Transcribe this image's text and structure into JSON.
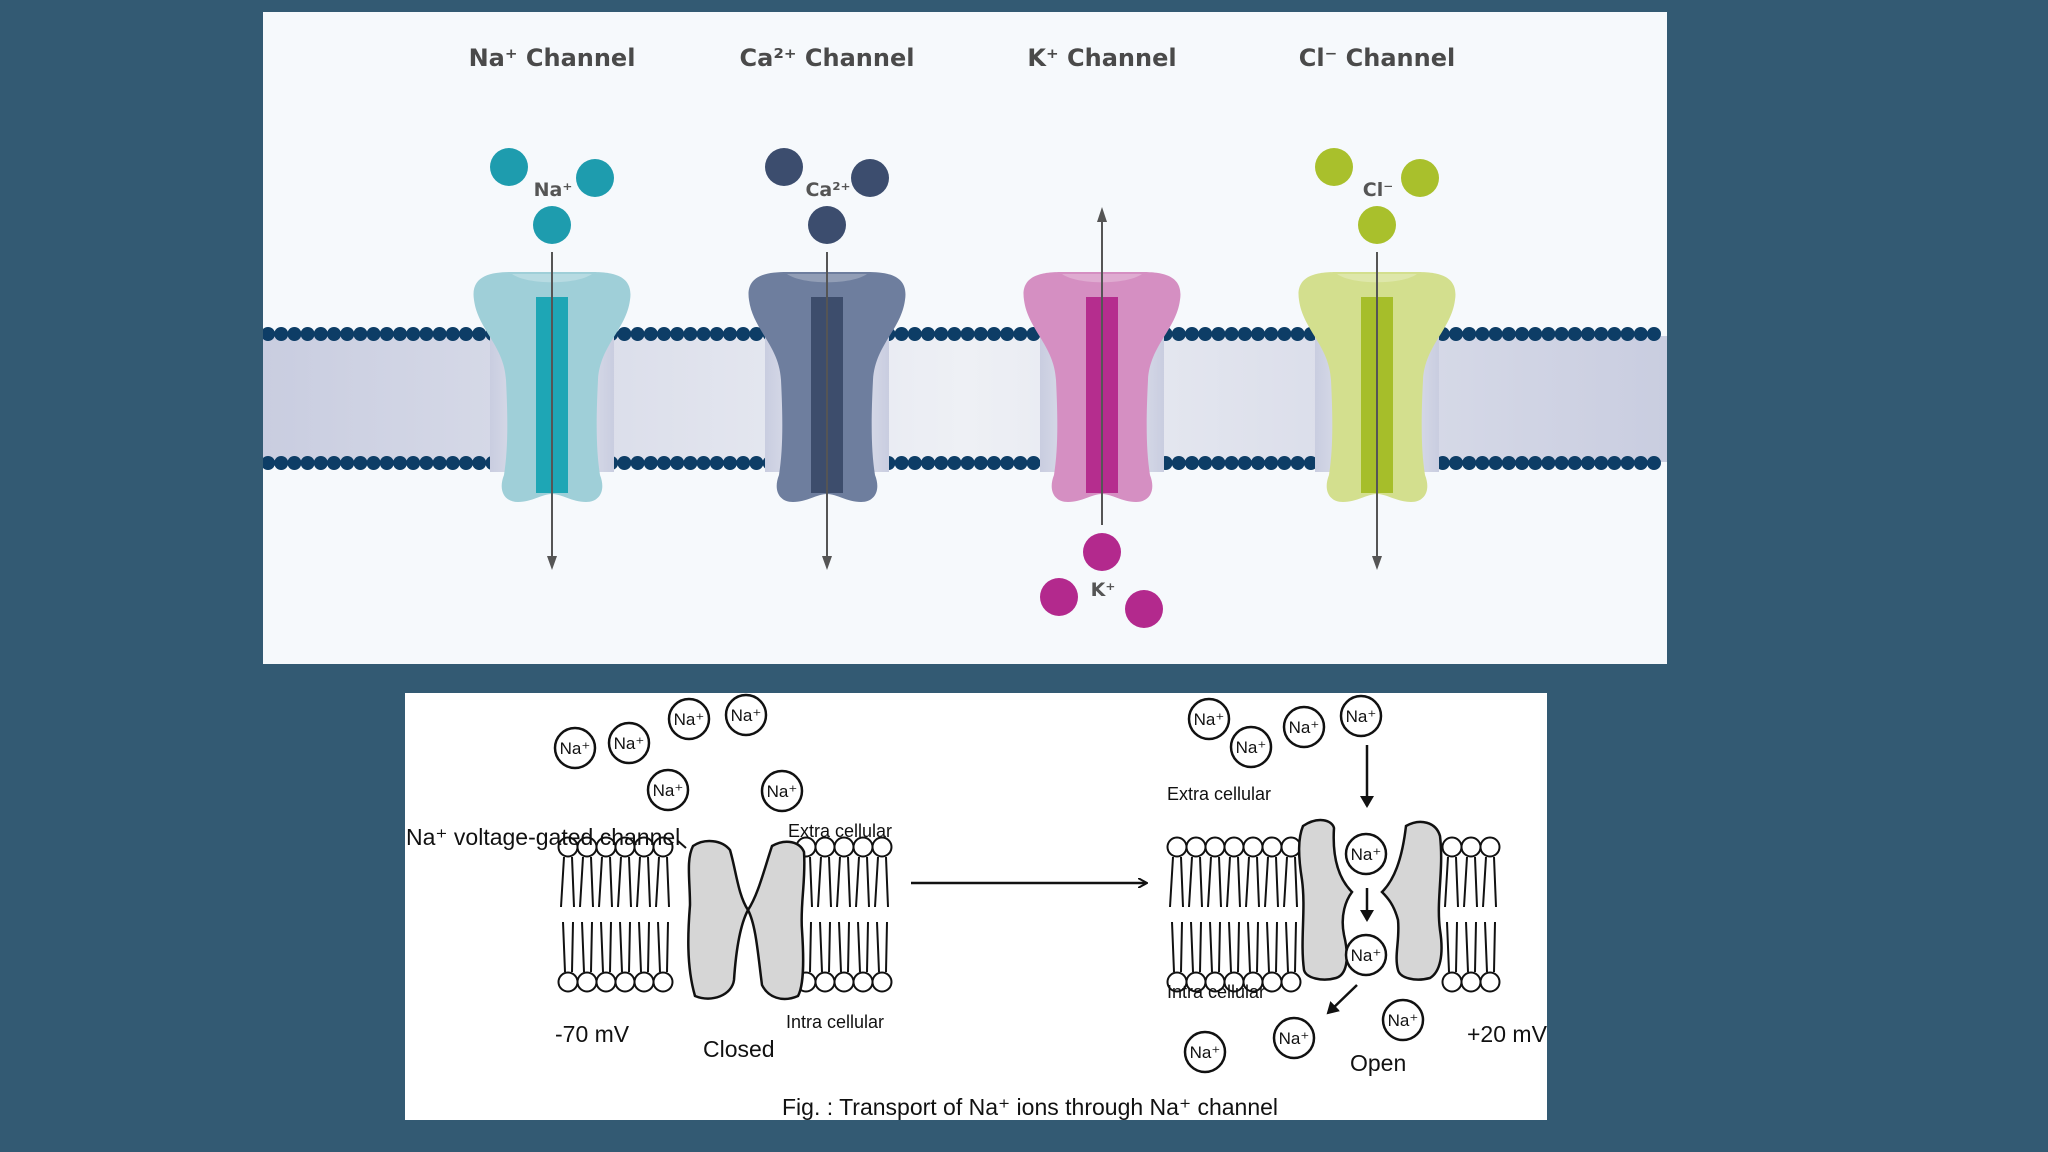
{
  "top_figure": {
    "channels": [
      {
        "id": "na",
        "title": "Na⁺ Channel",
        "ion_label": "Na⁺",
        "direction": "in",
        "ion_color": "#1e9cae",
        "body_color": "#9fcfd8",
        "pore_color": "#1ea6b5"
      },
      {
        "id": "ca",
        "title": "Ca²⁺ Channel",
        "ion_label": "Ca²⁺",
        "direction": "in",
        "ion_color": "#3c4d6e",
        "body_color": "#6e7e9e",
        "pore_color": "#3d4d6c"
      },
      {
        "id": "k",
        "title": "K⁺ Channel",
        "ion_label": "K⁺",
        "direction": "out",
        "ion_color": "#b3298d",
        "body_color": "#d58fc2",
        "pore_color": "#b52d8e"
      },
      {
        "id": "cl",
        "title": "Cl⁻ Channel",
        "ion_label": "Cl⁻",
        "direction": "in",
        "ion_color": "#a9c02c",
        "body_color": "#d3df8e",
        "pore_color": "#a6be2a"
      }
    ],
    "membrane_head_color": "#0d3d66"
  },
  "bottom_figure": {
    "channel_label": "Na⁺ voltage-gated channel",
    "closed": {
      "extra_label": "Extra cellular",
      "intra_label": "Intra cellular",
      "voltage": "-70 mV",
      "state": "Closed"
    },
    "open": {
      "extra_label": "Extra cellular",
      "intra_label": "Intra cellular",
      "voltage": "+20 mV",
      "state": "Open"
    },
    "ion_label": "Na⁺",
    "caption": "Fig. : Transport of Na⁺ ions through  Na⁺ channel"
  }
}
